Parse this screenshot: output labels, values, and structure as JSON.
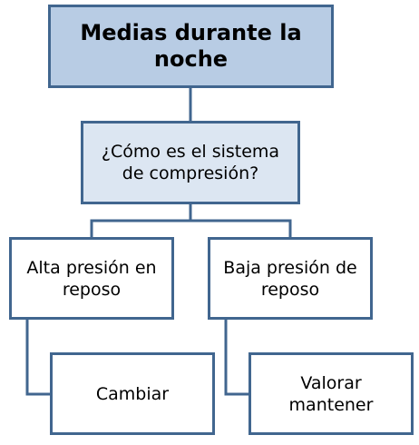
{
  "nodes": {
    "root": {
      "label": "Medias durante la noche"
    },
    "question": {
      "label": "¿Cómo es el sistema de compresión?"
    },
    "high_pressure": {
      "label": "Alta presión en reposo"
    },
    "low_pressure": {
      "label": "Baja presión de reposo"
    },
    "change": {
      "label": "Cambiar"
    },
    "assess": {
      "label": "Valorar mantener"
    }
  },
  "colors": {
    "border": "#41668f",
    "root_fill": "#b8cce4",
    "question_fill": "#dce6f2",
    "leaf_fill": "#ffffff"
  }
}
